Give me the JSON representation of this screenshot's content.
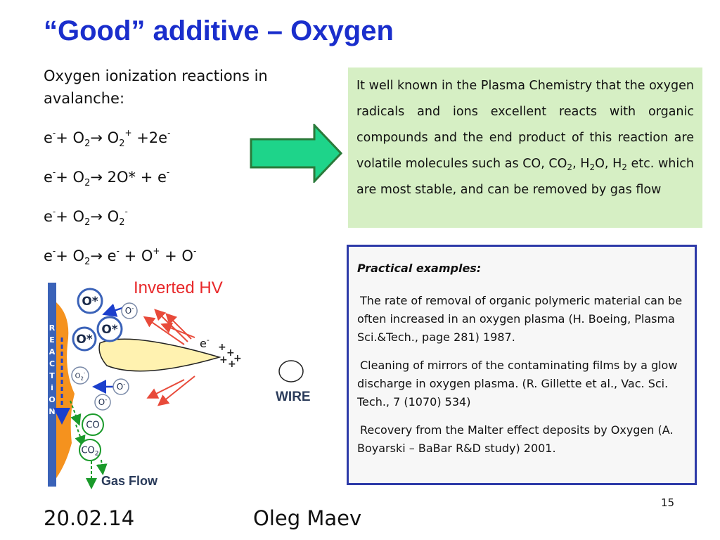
{
  "title": "“Good” additive – Oxygen",
  "intro": "Oxygen ionization reactions in avalanche:",
  "reactions": [
    {
      "e_sup": "-",
      "lhs": "+ O",
      "lhs_sub": "2",
      "arrow": "→",
      "rhs": [
        {
          "text": "  O"
        },
        {
          "sub": "2"
        },
        {
          "sup": "+"
        },
        {
          "text": " +2e"
        },
        {
          "sup": "-"
        }
      ]
    },
    {
      "e_sup": "-",
      "lhs": "+ O",
      "lhs_sub": "2",
      "arrow": "→",
      "rhs": [
        {
          "text": " 2O* + e"
        },
        {
          "sup": "-"
        }
      ]
    },
    {
      "e_sup": "-",
      "lhs": "+ O",
      "lhs_sub": "2",
      "arrow": "→",
      "rhs": [
        {
          "text": " O"
        },
        {
          "sub": "2"
        },
        {
          "sup": "-"
        }
      ]
    },
    {
      "e_sup": "-",
      "lhs": "+ O",
      "lhs_sub": "2",
      "arrow": "→",
      "rhs": [
        {
          "text": " e"
        },
        {
          "sup": "-"
        },
        {
          "text": " + O"
        },
        {
          "sup": "+"
        },
        {
          "text": " + O"
        },
        {
          "sup": "-"
        }
      ]
    }
  ],
  "green_box": {
    "text_1": "It well known in the Plasma Chemistry  that the oxygen radicals and ions excellent reacts with organic compounds and the end product of this reaction are volatile molecules such as CO, CO",
    "sub_1": "2",
    "text_2": ", H",
    "sub_2": "2",
    "text_3": "O, H",
    "sub_3": "2",
    "text_4": " etc. which are most stable, and can be removed by gas flow"
  },
  "examples": {
    "header": "Practical examples:",
    "items": [
      "The rate of removal of organic polymeric material can be often increased in an oxygen plasma (H. Boeing, Plasma Sci.&Tech., page 281) 1987.",
      "Cleaning of mirrors of the contaminating films by a glow discharge in oxygen plasma. (R. Gillette et al., Vac. Sci. Tech., 7 (1070) 534)",
      "Recovery from the Malter effect deposits by Oxygen (A. Boyarski – BaBar R&D study) 2001."
    ]
  },
  "diagram": {
    "inverted_hv": "Inverted HV",
    "reaction_letters": [
      "R",
      "E",
      "A",
      "C",
      "T",
      "i",
      "O",
      "N"
    ],
    "bubbles": [
      {
        "label": "O*"
      },
      {
        "label": "O*"
      },
      {
        "label": "O*"
      },
      {
        "label": "O",
        "sup": "-"
      },
      {
        "label": "O",
        "sub": "2",
        "sup": "-"
      },
      {
        "label": "O",
        "sup": "-"
      },
      {
        "label": "O",
        "sup": "-"
      },
      {
        "label": "CO"
      },
      {
        "label": "CO",
        "sub": "2"
      }
    ],
    "electron": "e",
    "electron_sup": "-",
    "wire": "WIRE",
    "gas_flow": "Gas Flow"
  },
  "footer": {
    "date": "20.02.14",
    "author": "Oleg Maev",
    "page": "15"
  },
  "colors": {
    "title": "#1a2ecc",
    "green_box_bg": "#d6efc4",
    "examples_border": "#2d3aa8",
    "arrow_fill": "#1ed48a",
    "arrow_stroke": "#2a7a3a",
    "inverted_hv": "#e8282a",
    "cathode_orange": "#f5921e",
    "cathode_blue": "#3a62b8"
  }
}
